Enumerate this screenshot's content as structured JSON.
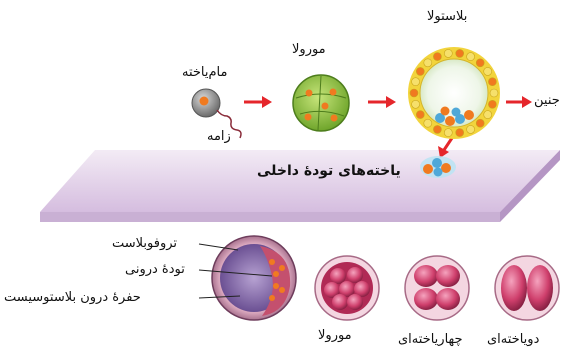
{
  "top_labels": {
    "oocyte": "مام‌یاخته",
    "zygote": "زامه",
    "morula": "مورولا",
    "blastula": "بلاستولا",
    "embryo": "جنین",
    "inner_cells": "یاخته‌های تودهٔ داخلی"
  },
  "bottom_labels": {
    "trophoblast": "تروفوبلاست",
    "inner_mass": "تودهٔ درونی",
    "cavity": "حفرهٔ درون بلاستوسیست",
    "two_cell": "دویاخته‌ای",
    "four_cell": "چهاریاخته‌ای",
    "morula": "مورولا"
  },
  "colors": {
    "arrow": "#e5262b",
    "platform_top": "#e3d3ea",
    "platform_side": "#c3a7cf",
    "cell_pink": "#c23a63",
    "morula_green": "#8bbd3a",
    "blastula_yellow": "#f2d43c"
  }
}
